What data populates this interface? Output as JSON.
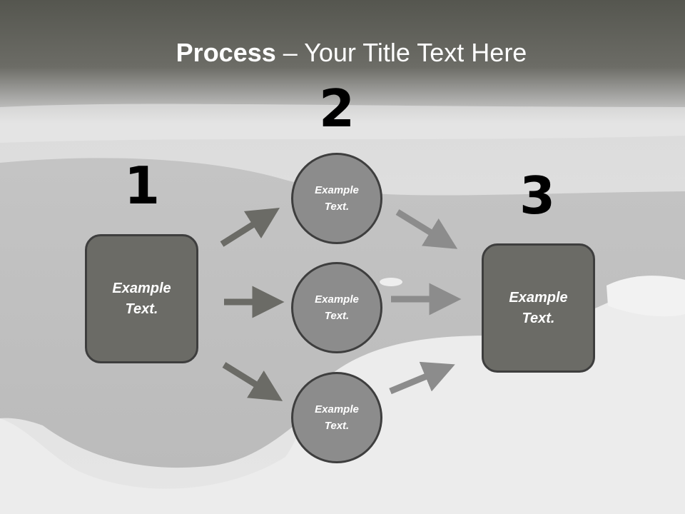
{
  "title": {
    "bold": "Process",
    "rest": " – Your Title Text Here"
  },
  "steps": {
    "one": {
      "number": "1",
      "box_text": "Example Text."
    },
    "two": {
      "number": "2",
      "circles": [
        {
          "text": "Example Text."
        },
        {
          "text": "Example Text."
        },
        {
          "text": "Example Text."
        }
      ]
    },
    "three": {
      "number": "3",
      "box_text": "Example Text."
    }
  },
  "colors": {
    "header_band": "#5c5d58",
    "box_fill": "#6b6b66",
    "circle_fill": "#8c8c8c",
    "outline": "#3e3e3e",
    "dark_arrow": "#6b6b66",
    "light_arrow": "#8c8c8c"
  }
}
